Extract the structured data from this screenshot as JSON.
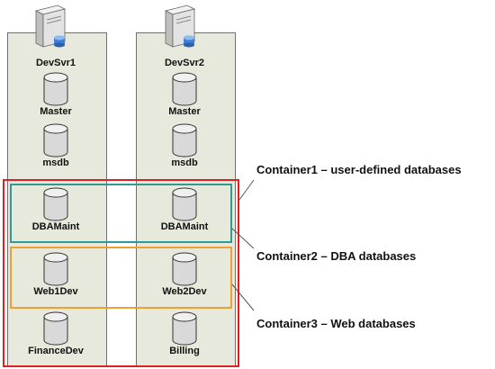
{
  "servers": [
    {
      "name": "DevSvr1",
      "databases": [
        "Master",
        "msdb",
        "DBAMaint",
        "Web1Dev",
        "FinanceDev"
      ]
    },
    {
      "name": "DevSvr2",
      "databases": [
        "Master",
        "msdb",
        "DBAMaint",
        "Web2Dev",
        "Billing"
      ]
    }
  ],
  "containers": [
    {
      "label": "Container1 – user-defined databases",
      "color": "#e02020"
    },
    {
      "label": "Container2 – DBA databases",
      "color": "#2e9c95"
    },
    {
      "label": "Container3 – Web databases",
      "color": "#f0a030"
    }
  ],
  "colors": {
    "column_fill": "#e7e9dc",
    "cylinder_fill": "#d9d9d9",
    "server_fill": "#dcdcdc",
    "db_badge": "#3d7fd6"
  }
}
